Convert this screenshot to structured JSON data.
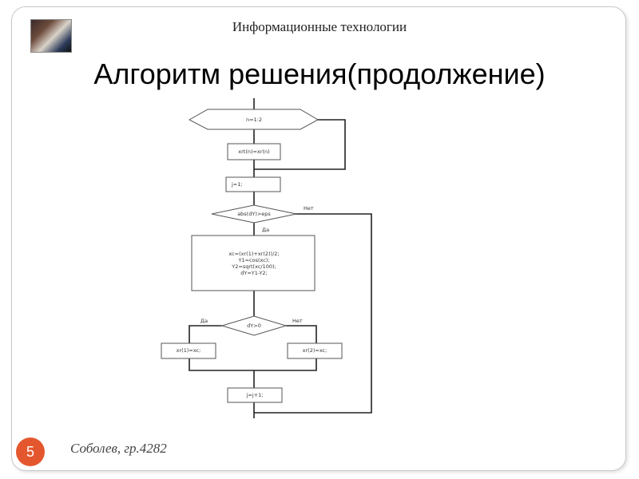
{
  "header": {
    "subject": "Информационные технологии"
  },
  "title": "Алгоритм решения(продолжение)",
  "footer": {
    "slide_number": "5",
    "author": "Соболев, гр.4282"
  },
  "flowchart": {
    "loop_start": "n=1:2",
    "assign_xr": "xrt(n)=xr(n)",
    "init_j": "j=1;",
    "while_cond": "abs(dY)>eps",
    "while_no": "Нет",
    "while_yes": "Да",
    "process_lines": [
      "xc=(xr(1)+xr(2))/2;",
      "Y1=cos(xc);",
      "Y2=sqrt(xc/100);",
      "dY=Y1-Y2;"
    ],
    "if_cond": "dY>0",
    "if_yes": "Да",
    "if_no": "Нет",
    "assign_left": "xr(1)=xc;",
    "assign_right": "xr(2)=xc;",
    "increment": "j=j+1;"
  },
  "colors": {
    "slide_number_bg": "#e4572e"
  }
}
